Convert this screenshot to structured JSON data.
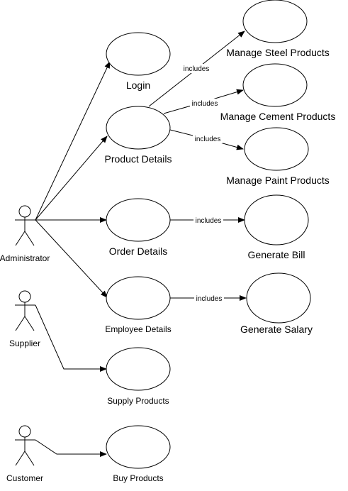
{
  "diagram": {
    "use_cases": [
      {
        "id": "login",
        "label": "Login"
      },
      {
        "id": "product_details",
        "label": "Product Details"
      },
      {
        "id": "order_details",
        "label": "Order Details"
      },
      {
        "id": "employee_details",
        "label": "Employee Details"
      },
      {
        "id": "supply_products",
        "label": "Supply Products"
      },
      {
        "id": "buy_products",
        "label": "Buy Products"
      },
      {
        "id": "manage_steel",
        "label": "Manage Steel Products"
      },
      {
        "id": "manage_cement",
        "label": "Manage Cement Products"
      },
      {
        "id": "manage_paint",
        "label": "Manage Paint Products"
      },
      {
        "id": "generate_bill",
        "label": "Generate Bill"
      },
      {
        "id": "generate_salary",
        "label": "Generate Salary"
      }
    ],
    "actors": [
      {
        "id": "administrator",
        "label": "Administrator"
      },
      {
        "id": "supplier",
        "label": "Supplier"
      },
      {
        "id": "customer",
        "label": "Customer"
      }
    ],
    "associations": [
      {
        "from": "administrator",
        "to": "login"
      },
      {
        "from": "administrator",
        "to": "product_details"
      },
      {
        "from": "administrator",
        "to": "order_details"
      },
      {
        "from": "administrator",
        "to": "employee_details"
      },
      {
        "from": "supplier",
        "to": "supply_products"
      },
      {
        "from": "customer",
        "to": "buy_products"
      }
    ],
    "includes": [
      {
        "from": "product_details",
        "to": "manage_steel",
        "label": "includes"
      },
      {
        "from": "product_details",
        "to": "manage_cement",
        "label": "includes"
      },
      {
        "from": "product_details",
        "to": "manage_paint",
        "label": "includes"
      },
      {
        "from": "order_details",
        "to": "generate_bill",
        "label": "includes"
      },
      {
        "from": "employee_details",
        "to": "generate_salary",
        "label": "includes"
      }
    ],
    "colors": {
      "stroke": "#000000",
      "fill": "#ffffff",
      "background": "#ffffff"
    }
  }
}
